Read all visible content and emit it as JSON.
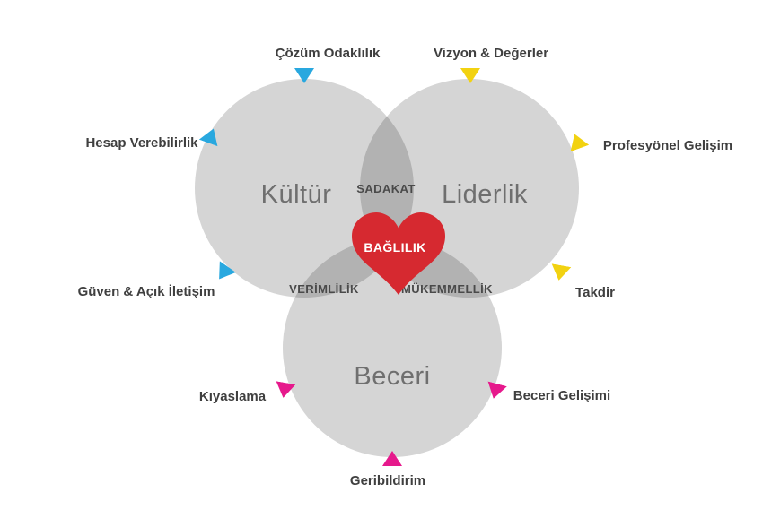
{
  "diagram": {
    "type": "venn3",
    "circles": [
      {
        "label": "Kültür"
      },
      {
        "label": "Liderlik"
      },
      {
        "label": "Beceri"
      }
    ],
    "overlaps": {
      "kultur_liderlik": "SADAKAT",
      "kultur_beceri": "VERİMLİLİK",
      "liderlik_beceri": "MÜKEMMELLİK"
    },
    "center": {
      "label": "BAĞLILIK",
      "icon": "heart-icon"
    },
    "markers": [
      {
        "label": "Çözüm Odaklılık",
        "color": "#29A8DF"
      },
      {
        "label": "Vizyon & Değerler",
        "color": "#F2D211"
      },
      {
        "label": "Hesap Verebilirlik",
        "color": "#29A8DF"
      },
      {
        "label": "Profesyönel Gelişim",
        "color": "#F2D211"
      },
      {
        "label": "Güven & Açık İletişim",
        "color": "#29A8DF"
      },
      {
        "label": "Takdir",
        "color": "#F2D211"
      },
      {
        "label": "Kıyaslama",
        "color": "#E6198C"
      },
      {
        "label": "Beceri Gelişimi",
        "color": "#E6198C"
      },
      {
        "label": "Geribildirim",
        "color": "#E6198C"
      }
    ],
    "colors": {
      "blue": "#29A8DF",
      "yellow": "#F2D211",
      "pink": "#E6198C",
      "red": "#D62930",
      "text_dark": "#3F3F3F",
      "circle_label": "#6F6F6F",
      "overlap_label": "#4A4A4A",
      "circle_fill": "#D5D5D5",
      "heart_text": "#FFFFFF"
    }
  }
}
